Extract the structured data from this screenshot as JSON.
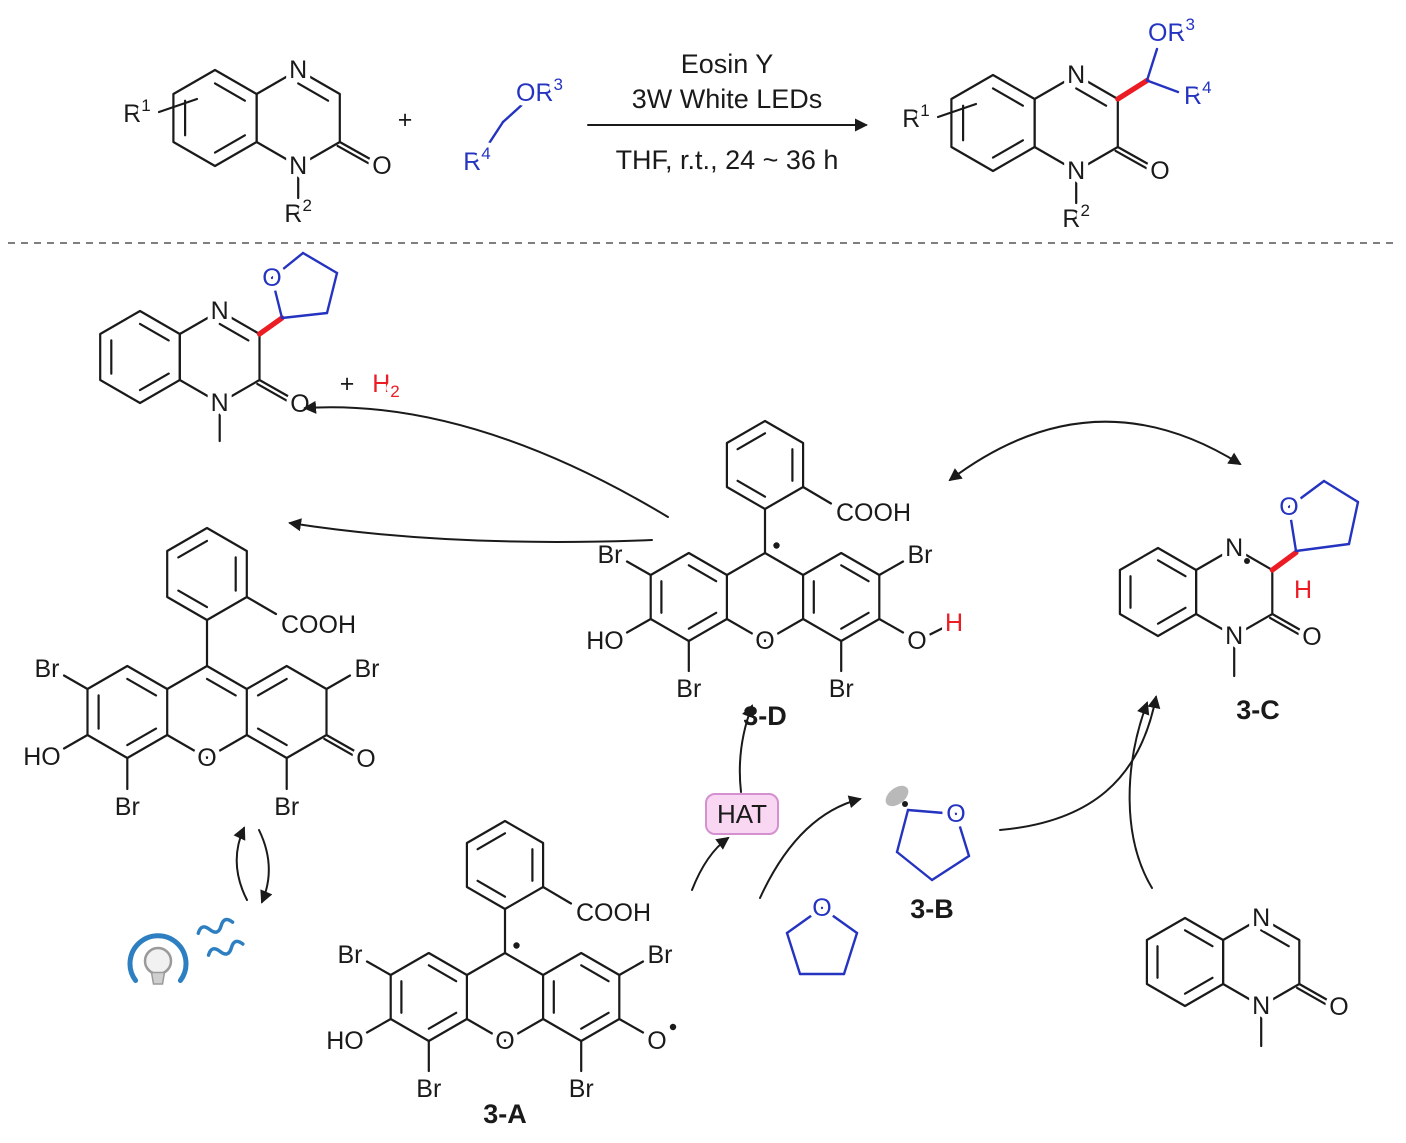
{
  "colors": {
    "bond_black": "#1a1a1a",
    "highlight_blue": "#2433c0",
    "highlight_red": "#ec1c24",
    "hat_fill": "#f9d7f3",
    "hat_border": "#d490cf",
    "bulb_blue": "#2d7fc1"
  },
  "labels": {
    "R": "R",
    "sup1": "1",
    "sup2": "2",
    "sup3": "3",
    "sup4": "4",
    "OR": "OR",
    "N": "N",
    "O": "O",
    "HO": "HO",
    "Br": "Br",
    "COOH": "COOH",
    "H": "H",
    "sub2": "2",
    "plus": "+"
  },
  "reaction_conditions": {
    "above_line1": "Eosin Y",
    "above_line2": "3W White LEDs",
    "below_line1": "THF, r.t., 24 ~ 36 h"
  },
  "species_labels": {
    "a": "3-A",
    "b": "3-B",
    "c": "3-C",
    "d": "3-D"
  },
  "annotations": {
    "hat": "HAT"
  }
}
